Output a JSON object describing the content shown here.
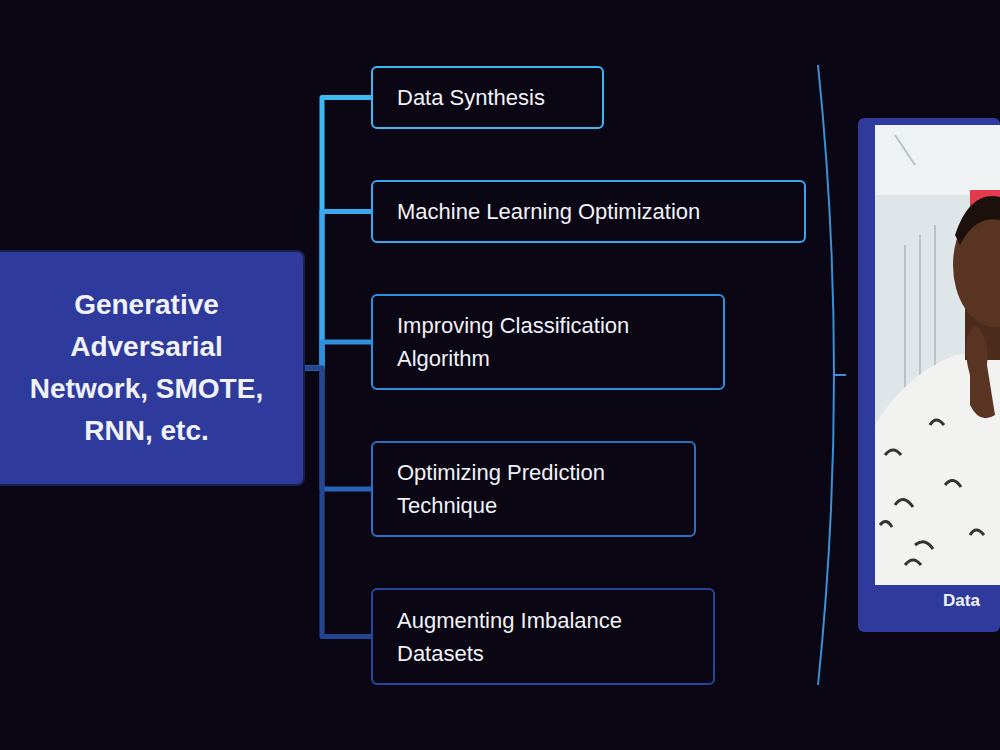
{
  "diagram": {
    "nodes": [
      {
        "text": [
          "Generative Adversarial Network, SMOTE, RNN, etc."
        ]
      },
      {
        "text": [
          "Data Synthesis"
        ]
      },
      {
        "text": [
          "Machine Learning Optimization"
        ]
      },
      {
        "text": [
          "Improving Classification Algorithm"
        ]
      },
      {
        "text": [
          "Optimizing Prediction Technique"
        ]
      },
      {
        "text": [
          "Augmenting Imbalance Datasets"
        ]
      },
      {
        "text": [
          "Data"
        ]
      }
    ],
    "edges": [
      {
        "from": 0,
        "to": 1,
        "arrow": "none"
      },
      {
        "from": 0,
        "to": 2,
        "arrow": "none"
      },
      {
        "from": 0,
        "to": 3,
        "arrow": "none"
      },
      {
        "from": 0,
        "to": 4,
        "arrow": "none"
      },
      {
        "from": 0,
        "to": 5,
        "arrow": "none"
      }
    ]
  }
}
